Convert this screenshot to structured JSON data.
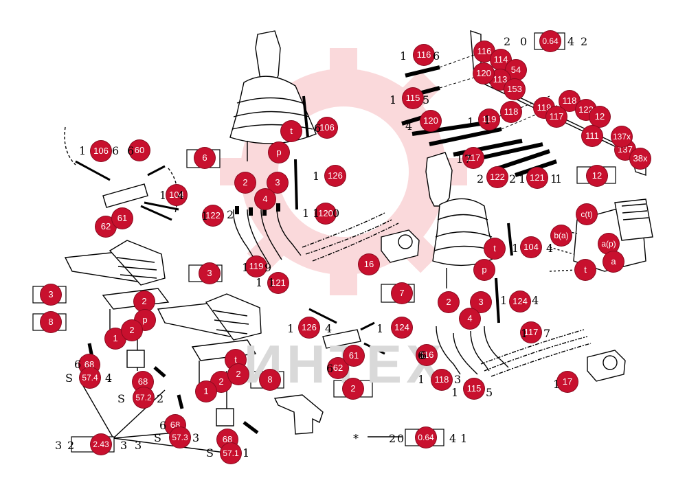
{
  "callouts": {
    "c01": "106",
    "c02": "60",
    "c03": "104",
    "c04": "62",
    "c05": "61",
    "c06": "6",
    "c07": "t",
    "c08": "106",
    "c09": "p",
    "c10": "2",
    "c11": "3",
    "c12": "4",
    "c13": "126",
    "c14": "122",
    "c15": "120",
    "c16": "119",
    "c17": "121",
    "c18": "3",
    "c19": "8",
    "c20": "3",
    "c21": "2",
    "c22": "p",
    "c23": "1",
    "c24": "2",
    "c25": "68",
    "c26": "57.4",
    "c27": "68",
    "c28": "57.2",
    "c29": "2.43",
    "c30": "t",
    "c31": "2",
    "c32": "8",
    "c33": "1",
    "c34": "2",
    "c35": "68",
    "c36": "57.3",
    "c37": "68",
    "c38": "57.1",
    "c39": "126",
    "c40": "124",
    "c41": "62",
    "c42": "61",
    "c43": "116",
    "c44": "2",
    "c45": "16",
    "c46": "116",
    "c47": "116",
    "c48": "114",
    "c49": "0.64",
    "c50": "54",
    "c51": "115",
    "c52": "113",
    "c53": "153",
    "c54": "120",
    "c55": "120",
    "c56": "118",
    "c57": "119",
    "c58": "119",
    "c59": "118",
    "c60": "122",
    "c61": "117",
    "c62": "12",
    "c63": "117",
    "c64": "122",
    "c65": "121",
    "c66": "111",
    "c67": "137",
    "c68": "137x",
    "c69": "38x",
    "c70": "12",
    "c71": "c(t)",
    "c72": "b(a)",
    "c73": "a(p)",
    "c74": "a",
    "c75": "t",
    "c76": "7",
    "c77": "t",
    "c78": "104",
    "c79": "p",
    "c80": "2",
    "c81": "3",
    "c82": "4",
    "c83": "124",
    "c84": "117",
    "c85": "118",
    "c86": "115",
    "c87": "17",
    "c88": "0.64"
  },
  "part_labels": {
    "l01": "1",
    "l02": "6",
    "l03": "6",
    "l04": "1",
    "l05": "4",
    "l06": "1",
    "l07": "6",
    "l08": "1",
    "l09": "2",
    "l10": "1",
    "l11": "1",
    "l12": "0",
    "l13": "1",
    "l14": "9",
    "l15": "1",
    "l16": "1",
    "l17": "6",
    "l18": "S",
    "l19": "4",
    "l20": "S",
    "l21": "2",
    "l22": "3",
    "l23": "2",
    "l24": "3",
    "l25": "3",
    "l26": "S",
    "l27": "3",
    "l28": "6",
    "l29": "S",
    "l30": "1",
    "l31": "1",
    "l32": "4",
    "l33": "6",
    "l34": "1",
    "l35": "6",
    "l36": "1",
    "l37": "6",
    "l38": "1",
    "l39": "5",
    "l40": "4",
    "l41": "1",
    "l42": "2",
    "l43": "0",
    "l44": "4",
    "l45": "2",
    "l46": "1",
    "l47": "7",
    "l48": "1",
    "l49": "2",
    "l50": "2",
    "l51": "1",
    "l52": "1",
    "l53": "1",
    "l54": "1",
    "l55": "4",
    "l56": "1",
    "l57": "4",
    "l58": "6",
    "l59": "1",
    "l60": "7",
    "l61": "1",
    "l62": "3",
    "l63": "1",
    "l64": "5",
    "l65": "1",
    "l66": "*",
    "l67": "2",
    "l68": "0",
    "l69": "4",
    "l70": "1"
  },
  "watermark": "ИНТЕХ"
}
